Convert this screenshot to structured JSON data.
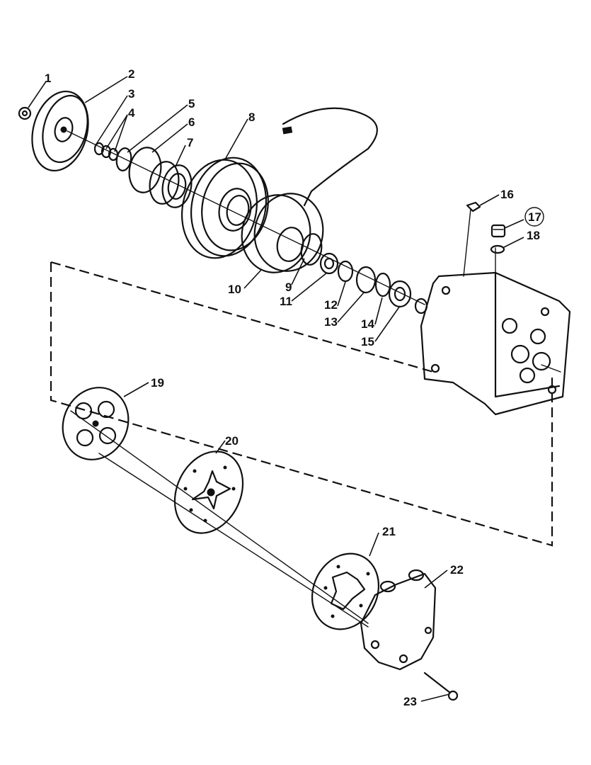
{
  "diagram": {
    "part_numbers": [
      "1",
      "2",
      "3",
      "4",
      "5",
      "6",
      "7",
      "8",
      "9",
      "10",
      "11",
      "12",
      "13",
      "14",
      "15",
      "16",
      "17",
      "18",
      "19",
      "20",
      "21",
      "22",
      "23"
    ],
    "circled_part": "17"
  }
}
